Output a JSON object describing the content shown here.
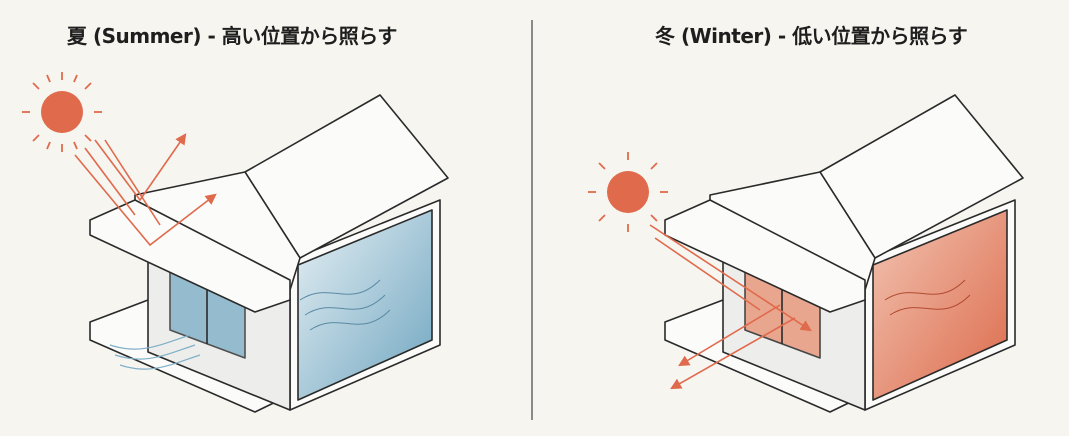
{
  "panels": [
    {
      "title": "夏 (Summer) - 高い位置から照らす",
      "season": "summer",
      "interior_color": "#7fb0c8"
    },
    {
      "title": "冬 (Winter) - 低い位置から照らす",
      "season": "winter",
      "interior_color": "#e0775a"
    }
  ],
  "colors": {
    "sun": "#e06a4c",
    "line": "#2a2a2a",
    "background": "#f6f5f0"
  }
}
